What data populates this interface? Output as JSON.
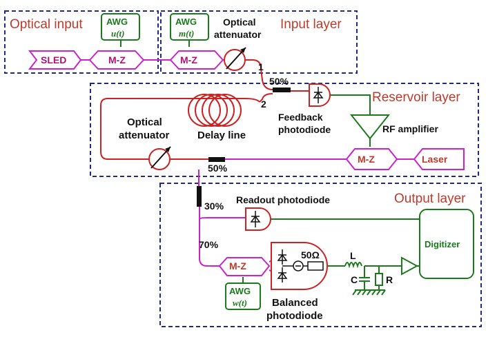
{
  "regions": {
    "optical_input": "Optical input",
    "input_layer": "Input layer",
    "reservoir_layer": "Reservoir layer",
    "output_layer": "Output layer"
  },
  "components": {
    "sled": "SLED",
    "mz": "M-Z",
    "awg": "AWG",
    "awg_u": "u(t)",
    "awg_m": "m(t)",
    "awg_w": "w(t)",
    "laser": "Laser",
    "digitizer": "Digitizer",
    "r_ohm": "50Ω",
    "inductor": "L",
    "capacitor": "C",
    "resistor": "R"
  },
  "labels": {
    "optical_attenuator_1": "Optical",
    "optical_attenuator_2": "attenuator",
    "port_1": "1",
    "port_2": "2",
    "split_50_top": "50%",
    "split_50_bottom": "50%",
    "split_30": "30%",
    "split_70": "70%",
    "feedback_1": "Feedback",
    "feedback_2": "photodiode",
    "rf_amplifier": "RF amplifier",
    "delay_line": "Delay line",
    "readout_photodiode": "Readout photodiode",
    "balanced_1": "Balanced",
    "balanced_2": "photodiode"
  },
  "colors": {
    "region_border": "#1e2a8a",
    "region_text": "#c0392b",
    "fiber_red": "#cc2222",
    "fiber_magenta": "#cc22cc",
    "electrical_green": "#1b7a1b"
  }
}
